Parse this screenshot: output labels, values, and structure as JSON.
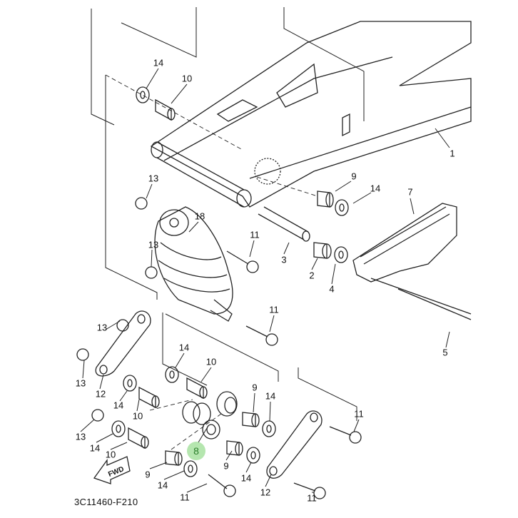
{
  "diagram": {
    "code": "3C11460-F210",
    "fwd_label": "FWD",
    "highlight_color": "#7fd36e",
    "callouts": [
      "14",
      "10",
      "1",
      "9",
      "14",
      "7",
      "13",
      "18",
      "11",
      "3",
      "2",
      "4",
      "13",
      "11",
      "13",
      "5",
      "13",
      "14",
      "10",
      "12",
      "14",
      "9",
      "14",
      "10",
      "13",
      "11",
      "14",
      "10",
      "8",
      "9",
      "9",
      "14",
      "14",
      "11",
      "12",
      "11"
    ],
    "highlighted_part": "8"
  }
}
